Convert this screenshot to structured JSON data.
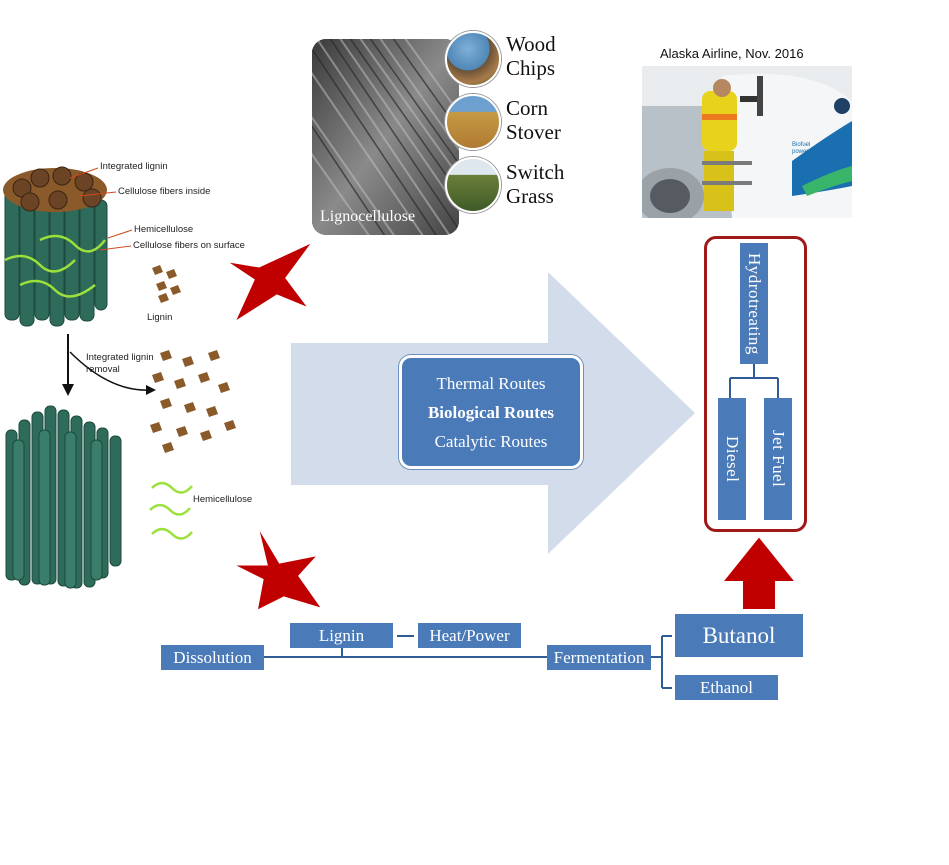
{
  "feedstock": {
    "panel_label": "Lignocellulose",
    "items": [
      "Wood\nChips",
      "Corn\nStover",
      "Switch\nGrass"
    ]
  },
  "photo": {
    "caption": "Alaska Airline, Nov. 2016",
    "badge": "Biofuel powered."
  },
  "structure": {
    "labels": {
      "integrated_lignin": "Integrated lignin",
      "cellulose_inside": "Cellulose fibers inside",
      "hemicellulose": "Hemicellulose",
      "cellulose_surface": "Cellulose fibers on surface",
      "lignin": "Lignin",
      "removal": "Integrated lignin\nremoval",
      "hemicellulose_2": "Hemicellulose"
    }
  },
  "routes": {
    "thermal": "Thermal Routes",
    "biological": "Biological Routes",
    "catalytic": "Catalytic Routes"
  },
  "products": {
    "hydrotreating": "Hydrotreating",
    "diesel": "Diesel",
    "jet_fuel": "Jet Fuel"
  },
  "process": {
    "dissolution": "Dissolution",
    "lignin": "Lignin",
    "heat_power": "Heat/Power",
    "fermentation": "Fermentation",
    "butanol": "Butanol",
    "ethanol": "Ethanol"
  },
  "colors": {
    "box_blue": "#4a7ab8",
    "arrow_red": "#c00000",
    "big_arrow": "#d3dcea",
    "outline_red": "#a01919"
  }
}
